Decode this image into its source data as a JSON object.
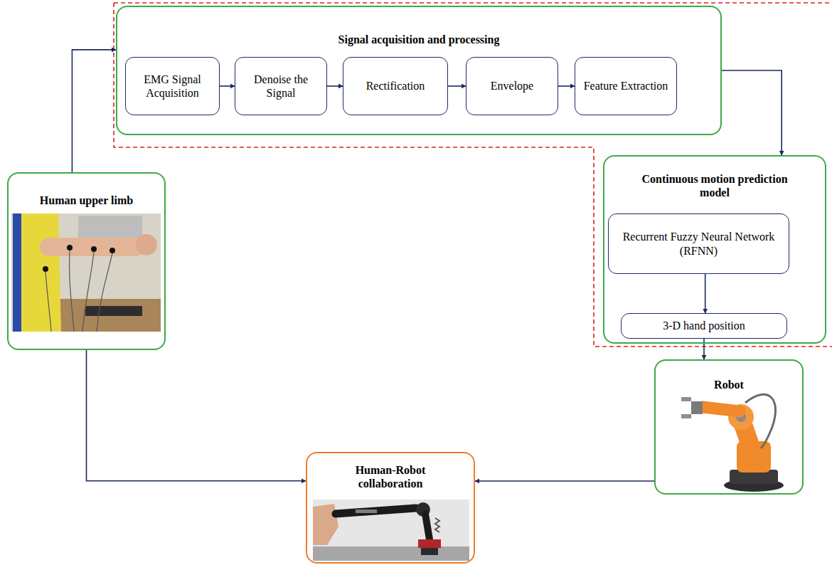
{
  "diagram": {
    "nodes": [
      {
        "text": [
          "Signal acquisition and processing"
        ]
      },
      {
        "text": [
          "EMG Signal Acquisition"
        ],
        "in": 0
      },
      {
        "text": [
          "Denoise the Signal"
        ],
        "in": 0
      },
      {
        "text": [
          "Rectification"
        ],
        "in": 0
      },
      {
        "text": [
          "Envelope"
        ],
        "in": 0
      },
      {
        "text": [
          "Feature Extraction"
        ],
        "in": 0
      },
      {
        "text": [
          "Continuous motion prediction model"
        ]
      },
      {
        "text": [
          "Recurrent Fuzzy Neural Network (RFNN)"
        ],
        "in": 6
      },
      {
        "text": [
          "3-D hand position"
        ],
        "in": 6
      },
      {
        "text": [
          "Human upper limb"
        ]
      },
      {
        "text": [
          "Robot"
        ]
      },
      {
        "text": [
          "Human-Robot collaboration"
        ]
      }
    ],
    "edges": [
      {
        "from": 9,
        "to": 0,
        "arrow": "to"
      },
      {
        "from": 1,
        "to": 2,
        "arrow": "to"
      },
      {
        "from": 2,
        "to": 3,
        "arrow": "to"
      },
      {
        "from": 3,
        "to": 4,
        "arrow": "to"
      },
      {
        "from": 4,
        "to": 5,
        "arrow": "to"
      },
      {
        "from": 0,
        "to": 6,
        "arrow": "to"
      },
      {
        "from": 7,
        "to": 8,
        "arrow": "to"
      },
      {
        "from": 8,
        "to": 10,
        "arrow": "to"
      },
      {
        "from": 9,
        "to": 11,
        "arrow": "to"
      },
      {
        "from": 10,
        "to": 11,
        "arrow": "to"
      }
    ]
  }
}
